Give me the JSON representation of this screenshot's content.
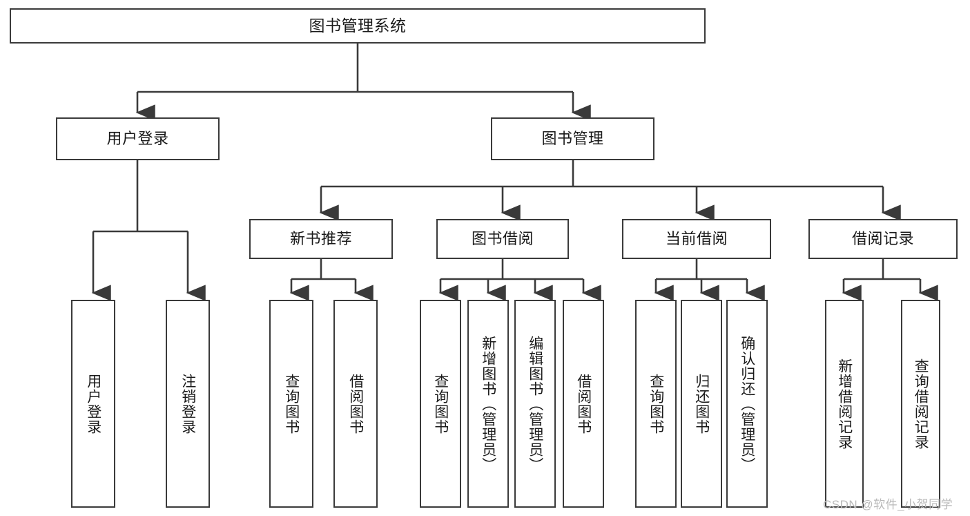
{
  "diagram": {
    "title": "图书管理系统",
    "type": "hierarchy-tree",
    "stroke_color": "#3a3a3a",
    "fill_color": "#ffffff",
    "text_color": "#1a1a1a",
    "watermark": "CSDN @软件_小贺同学",
    "levels": {
      "root": [
        "图书管理系统"
      ],
      "level2": [
        "用户登录",
        "图书管理"
      ],
      "level3": [
        "新书推荐",
        "图书借阅",
        "当前借阅",
        "借阅记录"
      ],
      "leaves": [
        "用户登录",
        "注销登录",
        "查询图书",
        "借阅图书",
        "查询图书",
        "新增图书（管理员）",
        "编辑图书（管理员）",
        "借阅图书",
        "查询图书",
        "归还图书",
        "确认归还（管理员）",
        "新增借阅记录",
        "查询借阅记录"
      ]
    },
    "nodes": {
      "root": {
        "label": "图书管理系统"
      },
      "user_login": {
        "label": "用户登录"
      },
      "book_manage": {
        "label": "图书管理"
      },
      "new_book_rec": {
        "label": "新书推荐"
      },
      "book_borrow": {
        "label": "图书借阅"
      },
      "current_borrow": {
        "label": "当前借阅"
      },
      "borrow_record": {
        "label": "借阅记录"
      },
      "leaf_user_login": {
        "label": "用户登录"
      },
      "leaf_logout": {
        "label": "注销登录"
      },
      "leaf_query_book_1": {
        "label": "查询图书"
      },
      "leaf_borrow_book_1": {
        "label": "借阅图书"
      },
      "leaf_query_book_2": {
        "label": "查询图书"
      },
      "leaf_add_book": {
        "label": "新增图书（管理员）"
      },
      "leaf_edit_book": {
        "label": "编辑图书（管理员）"
      },
      "leaf_borrow_book_2": {
        "label": "借阅图书"
      },
      "leaf_query_book_3": {
        "label": "查询图书"
      },
      "leaf_return_book": {
        "label": "归还图书"
      },
      "leaf_confirm_return": {
        "label": "确认归还（管理员）"
      },
      "leaf_add_record": {
        "label": "新增借阅记录"
      },
      "leaf_query_record": {
        "label": "查询借阅记录"
      }
    }
  }
}
